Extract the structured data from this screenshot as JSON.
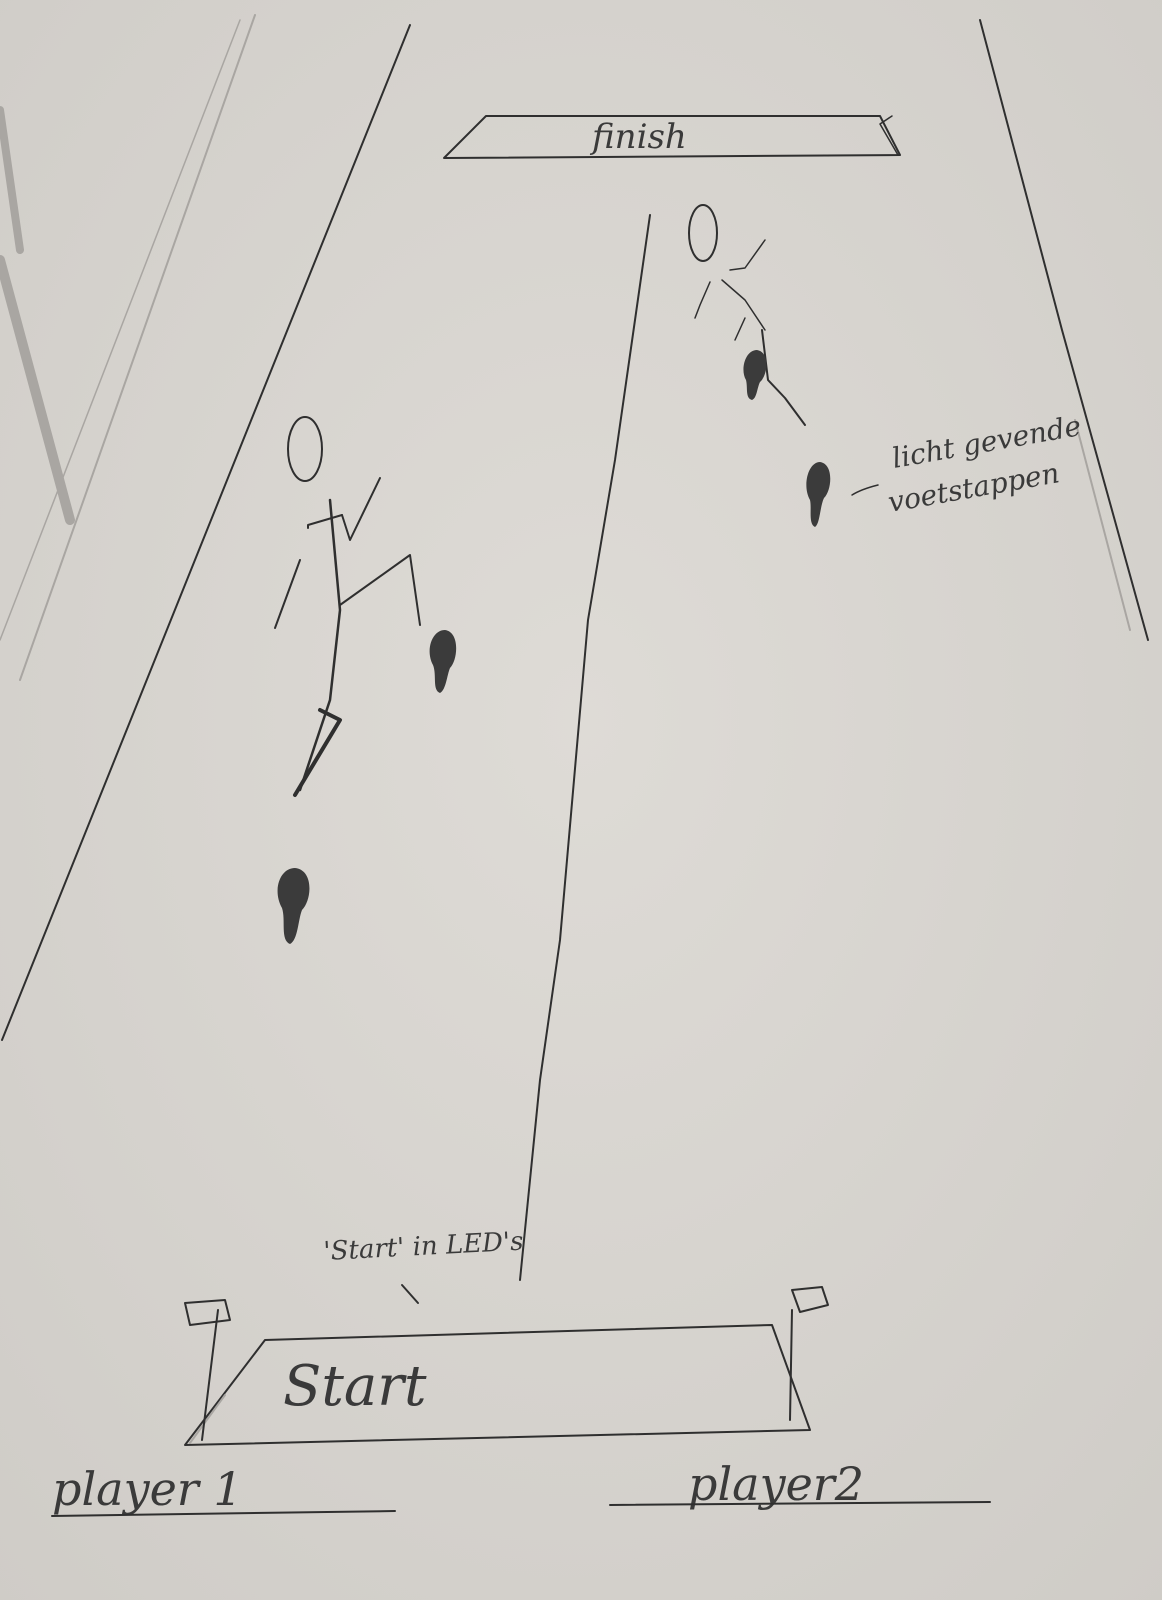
{
  "labels": {
    "finish": "finish",
    "start": "Start",
    "start_note": "'Start' in LED's",
    "footsteps_note_line1": "licht gevende",
    "footsteps_note_line2": "voetstappen",
    "player1": "player 1",
    "player2": "player2"
  },
  "colors": {
    "paper": "#d9d6d1",
    "pencil": "#2f2f2f",
    "footprint": "#3b3b3b"
  },
  "icons": [
    "stick-figure-runner",
    "footprint"
  ]
}
